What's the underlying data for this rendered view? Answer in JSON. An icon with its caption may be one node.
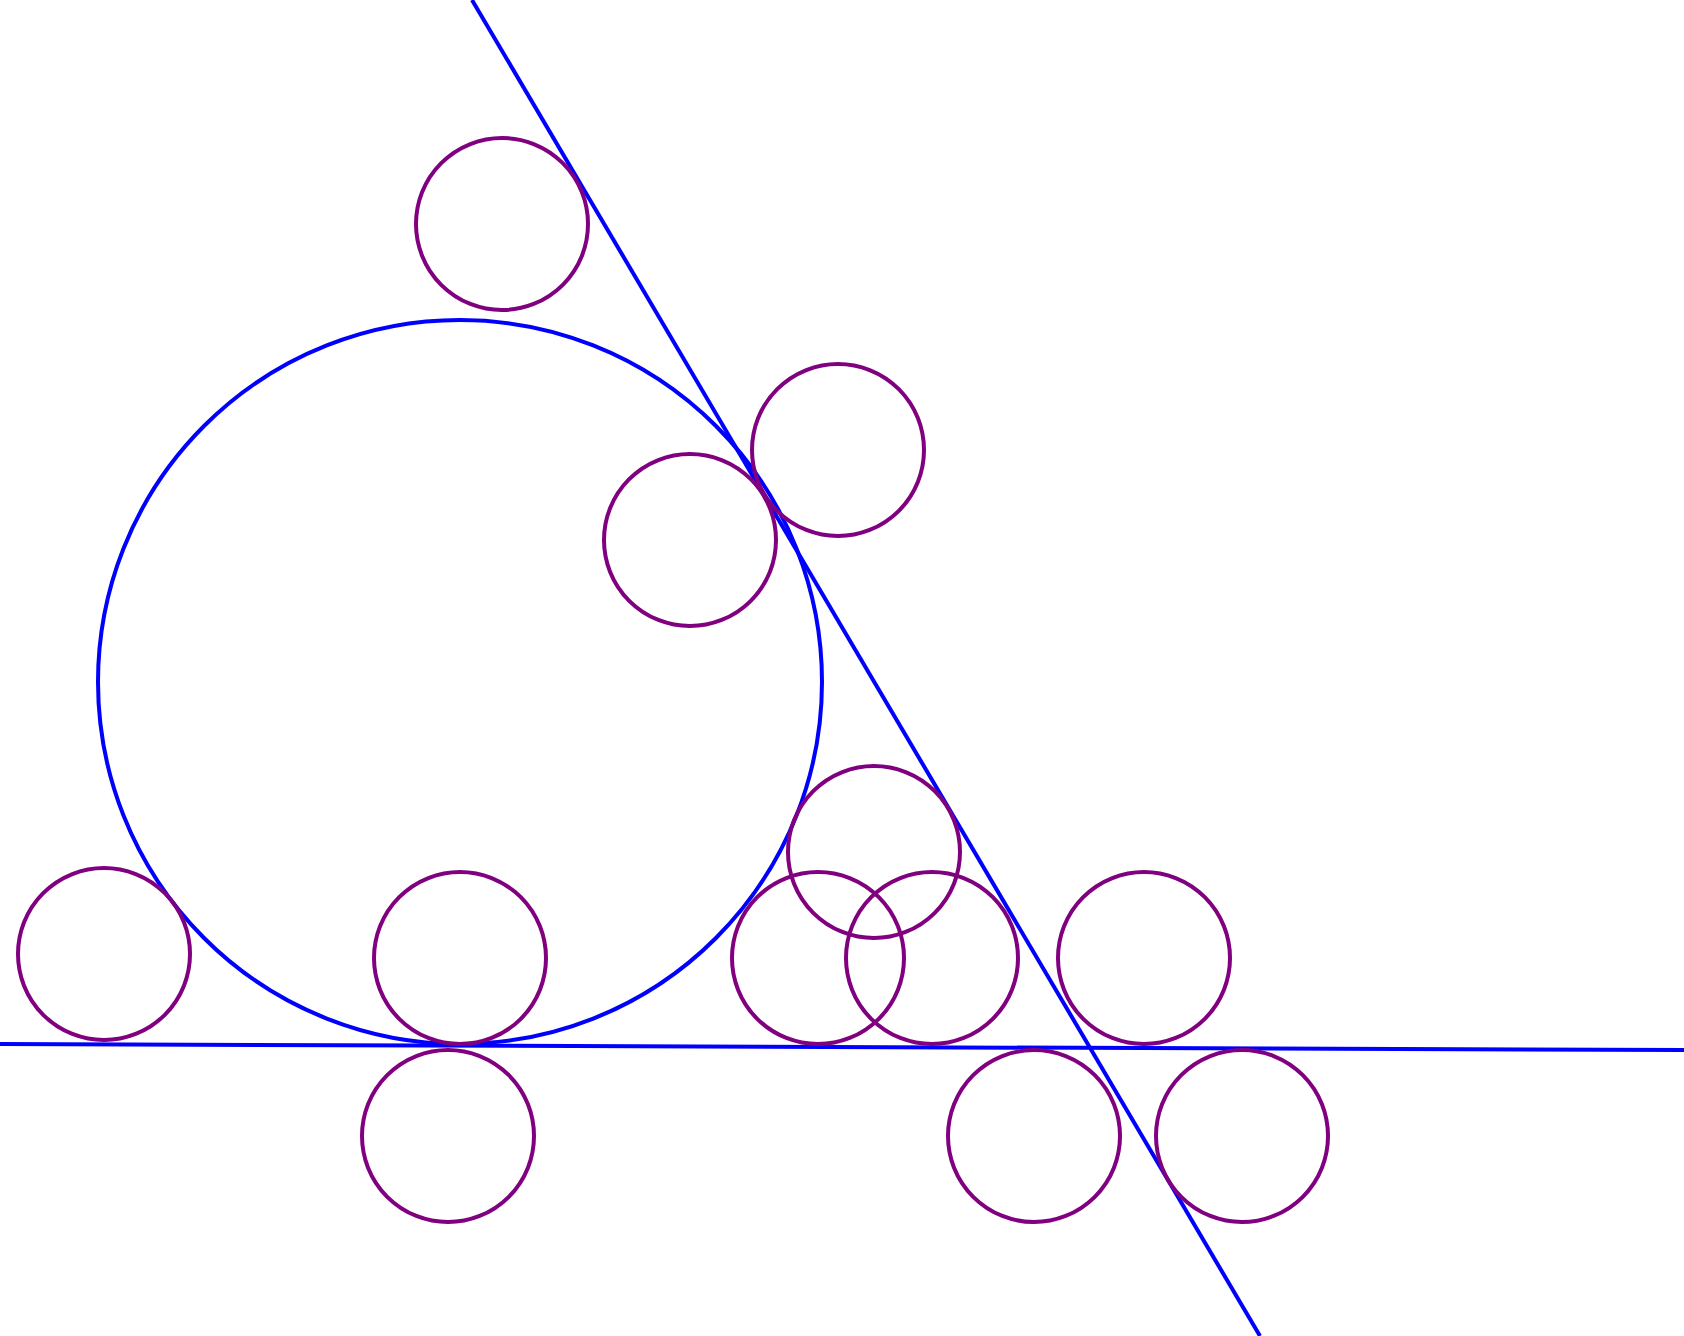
{
  "diagram": {
    "nodes": [
      {
        "text": [],
        "shape": "circle"
      },
      {
        "text": [],
        "shape": "circle"
      },
      {
        "text": [],
        "shape": "circle"
      },
      {
        "text": [],
        "shape": "circle",
        "in": 1
      },
      {
        "text": [],
        "shape": "circle"
      },
      {
        "text": [],
        "shape": "circle"
      },
      {
        "text": [],
        "shape": "circle",
        "in": 1
      },
      {
        "text": [],
        "shape": "circle"
      },
      {
        "text": [],
        "shape": "circle"
      },
      {
        "text": [],
        "shape": "circle"
      },
      {
        "text": [],
        "shape": "circle"
      },
      {
        "text": [],
        "shape": "circle"
      },
      {
        "text": [],
        "shape": "circle"
      }
    ]
  }
}
